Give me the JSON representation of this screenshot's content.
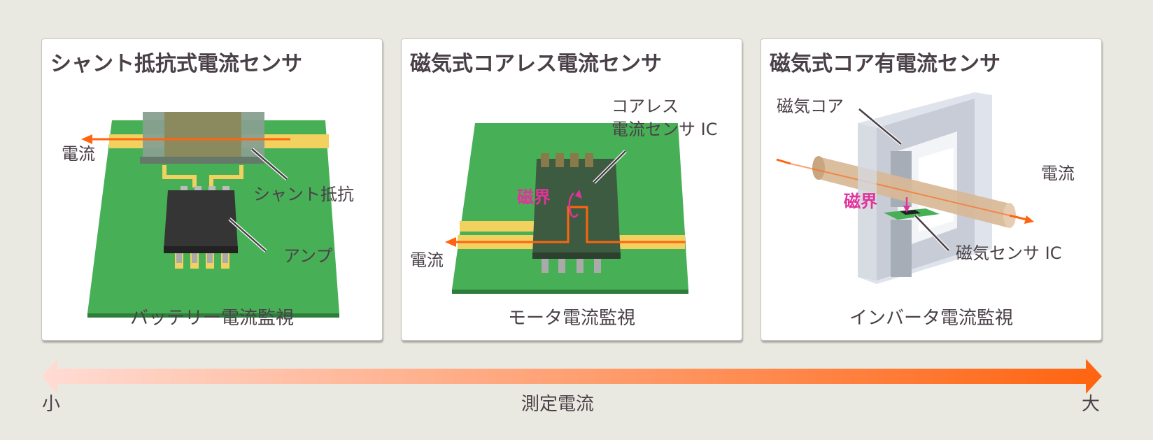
{
  "panels": [
    {
      "title": "シャント抵抗式電流センサ",
      "caption": "バッテリー電流監視",
      "labels": {
        "current": "電流",
        "shunt": "シャント抵抗",
        "amp": "アンプ"
      }
    },
    {
      "title": "磁気式コアレス電流センサ",
      "caption": "モータ電流監視",
      "labels": {
        "current": "電流",
        "sensor_line1": "コアレス",
        "sensor_line2": "電流センサ IC",
        "field": "磁界"
      }
    },
    {
      "title": "磁気式コア有電流センサ",
      "caption": "インバータ電流監視",
      "labels": {
        "core": "磁気コア",
        "current": "電流",
        "field": "磁界",
        "sensor": "磁気センサ IC"
      }
    }
  ],
  "scale": {
    "label": "測定電流",
    "min_label": "小",
    "max_label": "大",
    "gradient_start": "#ffdcd4",
    "gradient_end": "#ff6410"
  },
  "colors": {
    "pcb_green": "#47b057",
    "trace_yellow": "#f2d160",
    "current_arrow": "#ff6410",
    "magnetic_field": "#e0349a",
    "text": "#4a4048"
  }
}
